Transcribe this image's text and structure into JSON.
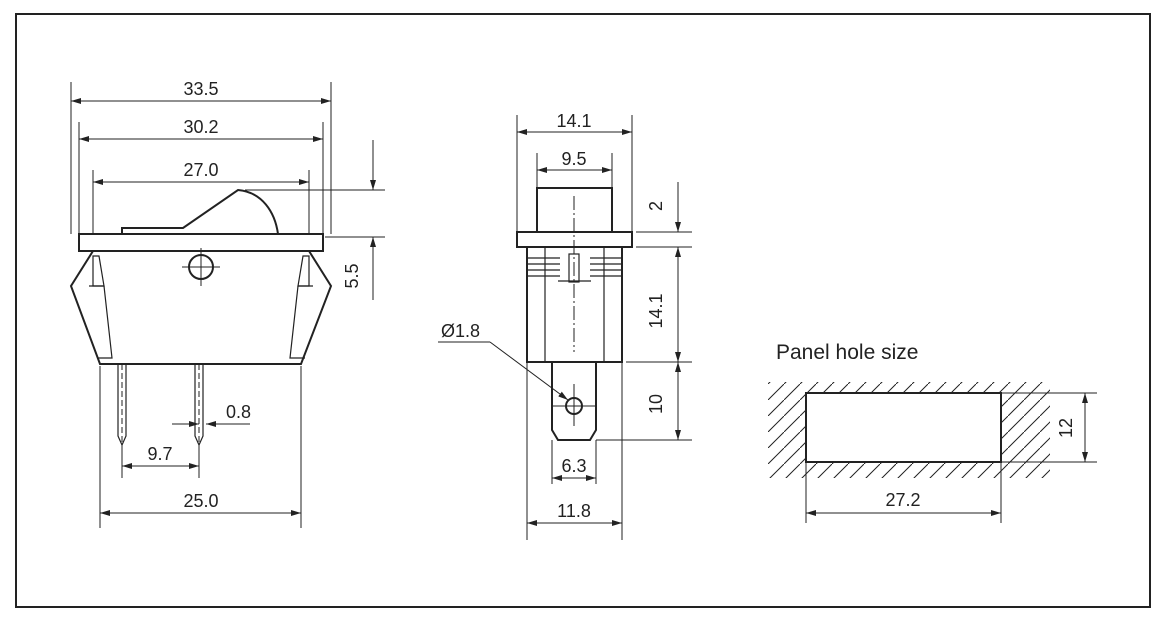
{
  "side_view": {
    "dims": {
      "overall_width": "33.5",
      "frame_width": "30.2",
      "body_width": "27.0",
      "rocker_height": "5.5",
      "terminal_thickness": "0.8",
      "terminal_pitch": "9.7",
      "bottom_width": "25.0"
    }
  },
  "end_view": {
    "dims": {
      "frame_depth": "14.1",
      "rocker_depth": "9.5",
      "rocker_height": "2",
      "body_height": "14.1",
      "terminal_length": "10",
      "hole_diameter": "Ø1.8",
      "terminal_width": "6.3",
      "body_depth": "11.8"
    }
  },
  "panel_hole": {
    "title": "Panel hole size",
    "width": "27.2",
    "height": "12"
  },
  "colors": {
    "line": "#222222",
    "background": "#ffffff"
  }
}
